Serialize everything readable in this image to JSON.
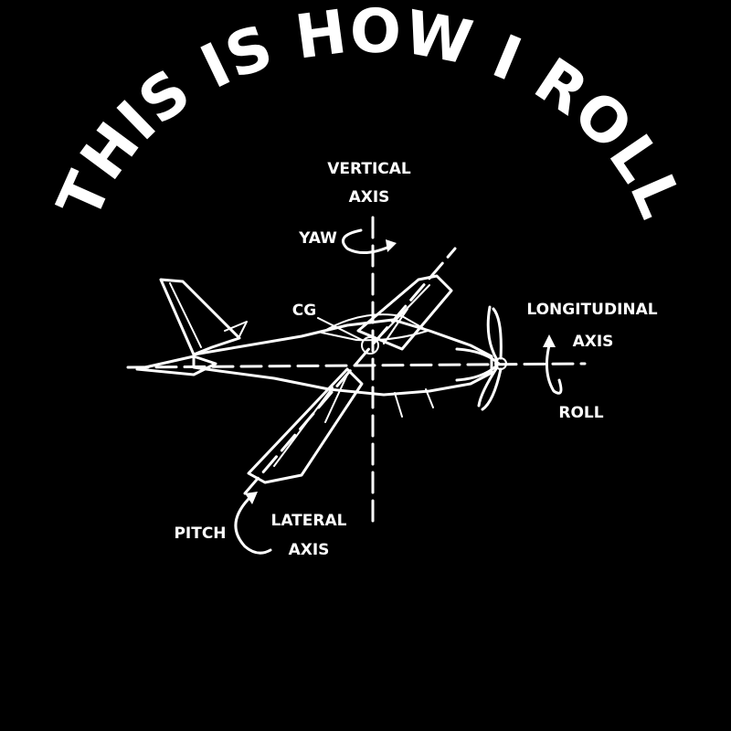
{
  "title": "THIS IS HOW I ROLL",
  "labels": {
    "vertical_axis_line1": "VERTICAL",
    "vertical_axis_line2": "AXIS",
    "yaw": "YAW",
    "cg": "CG",
    "longitudinal_axis_line1": "LONGITUDINAL",
    "longitudinal_axis_line2": "AXIS",
    "roll": "ROLL",
    "pitch": "PITCH",
    "lateral_axis_line1": "LATERAL",
    "lateral_axis_line2": "AXIS"
  },
  "colors": {
    "background": "#000000",
    "foreground": "#ffffff"
  }
}
